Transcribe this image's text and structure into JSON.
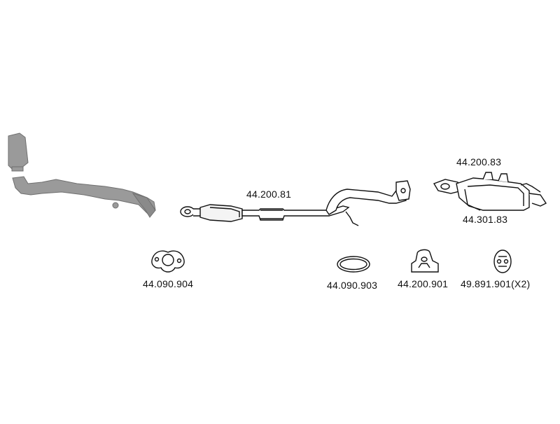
{
  "parts": {
    "front_pipe": {
      "number": ""
    },
    "middle_silencer": {
      "number": "44.200.81"
    },
    "rear_silencer": {
      "number": "44.200.83"
    },
    "tail_pipe": {
      "number": "44.301.83"
    },
    "gasket_flange": {
      "number": "44.090.904"
    },
    "gasket_ring": {
      "number": "44.090.903"
    },
    "rubber_mount_a": {
      "number": "44.200.901"
    },
    "rubber_mount_b": {
      "number": "49.891.901(X2)"
    }
  },
  "colors": {
    "outline": "#111111",
    "front_pipe_fill": "#9a9a9a",
    "part_fill": "#ffffff",
    "shade": "#cfcfcf"
  }
}
